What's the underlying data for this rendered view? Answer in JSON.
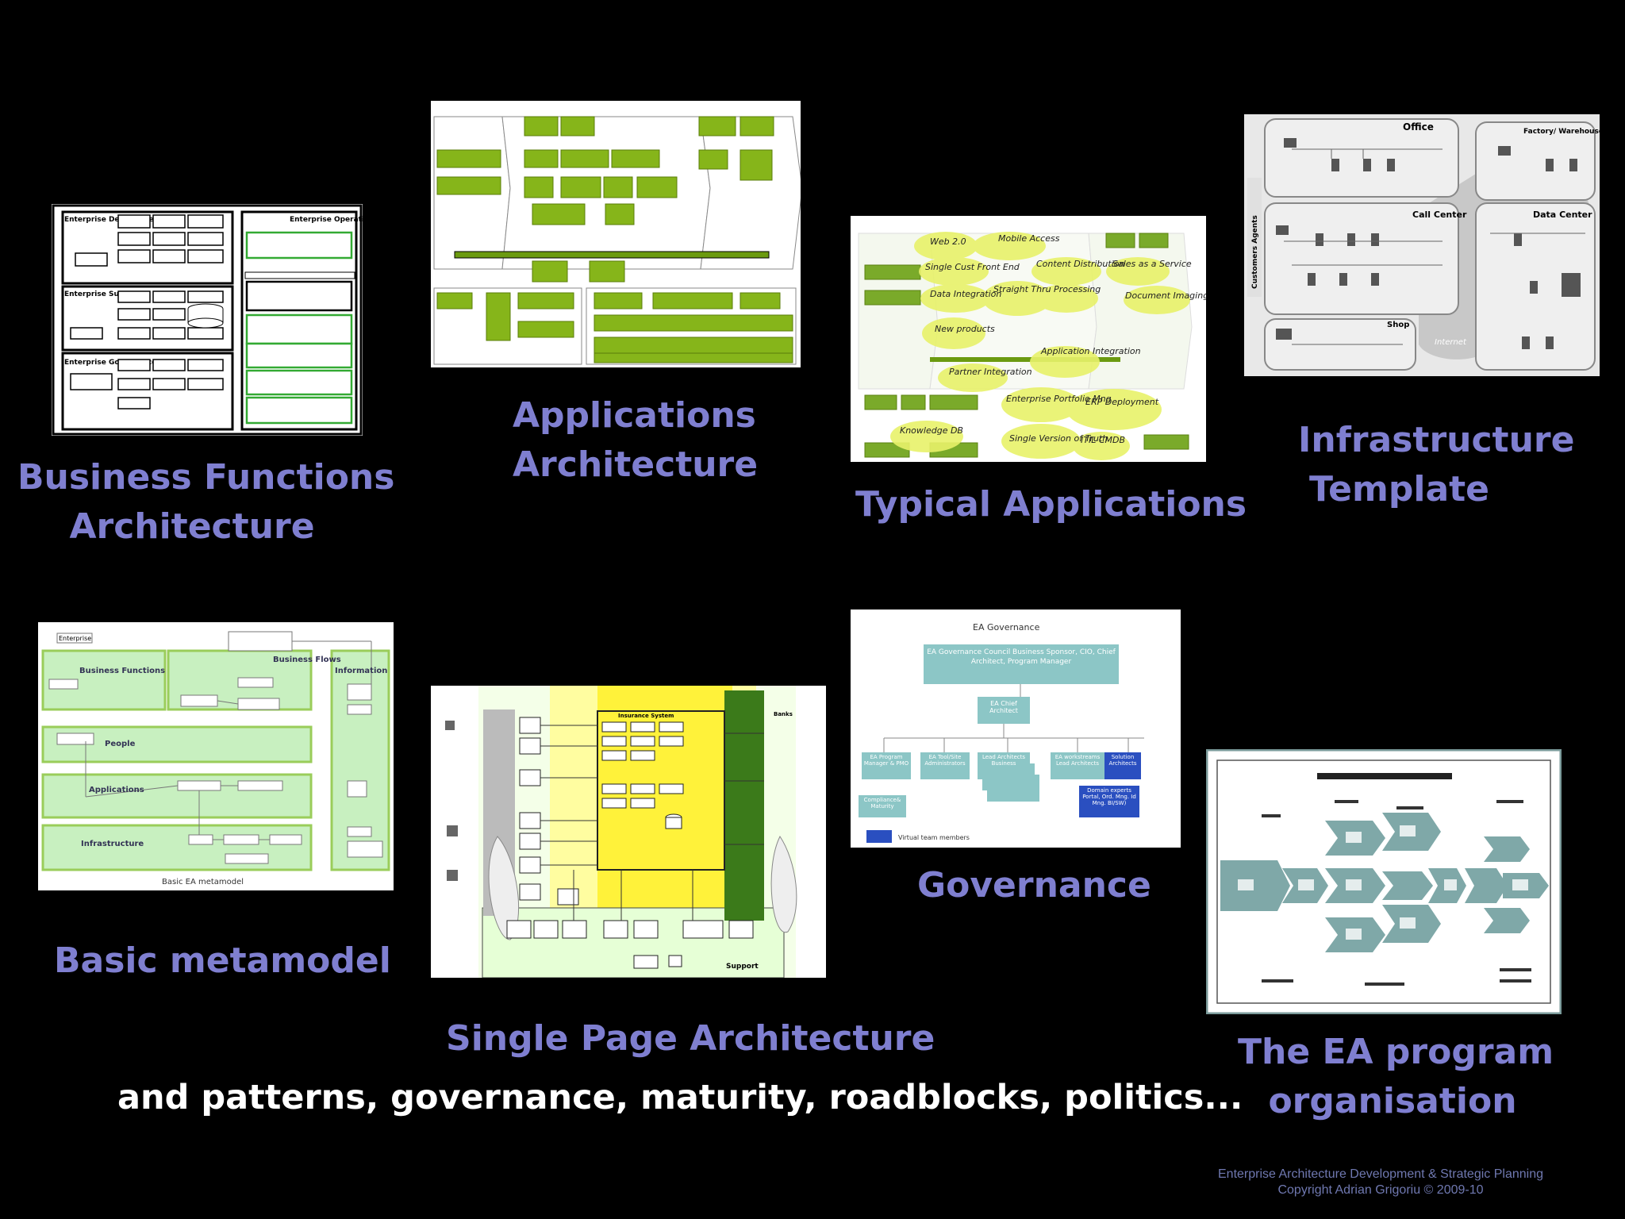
{
  "slides": [
    {
      "id": "business-functions",
      "caption": [
        "Business Functions",
        "Architecture"
      ]
    },
    {
      "id": "applications-architecture",
      "caption": [
        "Applications",
        "Architecture"
      ]
    },
    {
      "id": "typical-applications",
      "caption": [
        "Typical Applications"
      ]
    },
    {
      "id": "infrastructure-template",
      "caption": [
        "Infrastructure",
        "Template"
      ]
    },
    {
      "id": "basic-metamodel",
      "caption": [
        "Basic metamodel"
      ]
    },
    {
      "id": "single-page-architecture",
      "caption": [
        "Single Page Architecture"
      ]
    },
    {
      "id": "governance",
      "caption": [
        "Governance"
      ]
    },
    {
      "id": "ea-program-organisation",
      "caption": [
        "The EA program",
        "organisation"
      ]
    }
  ],
  "tagline": "and  patterns, governance, maturity, roadblocks, politics...",
  "footer": [
    "Enterprise Architecture Development & Strategic Planning",
    "Copyright Adrian Grigoriu © 2009-10"
  ],
  "thumb_text": {
    "bf": {
      "dev": "Enterprise Development",
      "support": "Enterprise Support",
      "gov": "Enterprise Governance",
      "ops": "Enterprise Operations"
    },
    "infra": {
      "office": "Office",
      "factory": "Factory/ Warehouse",
      "call": "Call Center",
      "dc": "Data Center",
      "shop": "Shop",
      "internet": "Internet",
      "customers": "Customers Agents"
    },
    "typ": [
      "Web 2.0",
      "Mobile Access",
      "Single Cust Front End",
      "Content Distribution",
      "Sales as a Service",
      "Data Integration",
      "Straight Thru Processing",
      "Document Imaging",
      "New products",
      "Application Integration",
      "Partner Integration",
      "Enterprise Portfolio Mng",
      "ERP Deployment",
      "Knowledge DB",
      "Single Version of Truth",
      "ITIL CMDB"
    ],
    "meta": {
      "enterprise": "Enterprise",
      "bf": "Business Functions",
      "flows": "Business Flows",
      "info": "Information",
      "people": "People",
      "apps": "Applications",
      "infra": "Infrastructure",
      "caption": "Basic EA metamodel"
    },
    "gov": {
      "title": "EA Governance",
      "council": "EA Governance Council Business Sponsor, CIO, Chief Architect, Program Manager",
      "chief": "EA Chief Architect",
      "pm": "EA Program Manager & PMO",
      "tool": "EA Tool/Site Administrators",
      "lead": "Lead Architects Business",
      "ws": "EA workstreams Lead Architects",
      "sol": "Solution Architects",
      "domain": "Domain experts Portal, Ord. Mng. Id Mng. BI/SW)",
      "comp": "Compliance& Maturity",
      "vt": "Virtual team members"
    },
    "spa": {
      "ins": "Insurance System",
      "support": "Support",
      "banks": "Banks"
    }
  }
}
